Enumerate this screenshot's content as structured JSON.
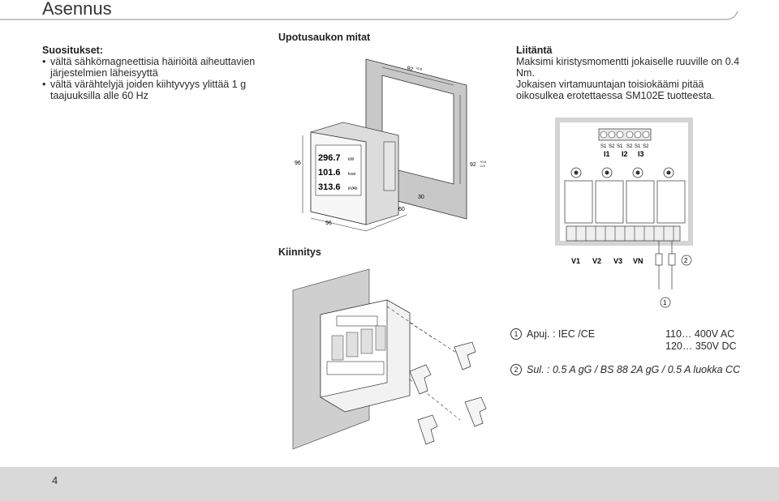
{
  "page": {
    "title": "Asennus",
    "page_number": "4"
  },
  "recommendations": {
    "title": "Suositukset:",
    "items": [
      "vältä sähkömagneettisia häiriöitä aiheuttavien järjestelmien läheisyyttä",
      "vältä värähtelyjä joiden kiihtyvyys ylittää 1 g taajuuksilla alle 60 Hz"
    ]
  },
  "cutout": {
    "title": "Upotusaukon mitat",
    "dim_92_top": "92",
    "dim_92_right": "92",
    "tol": "+0.8",
    "tol2": "-0.0",
    "dim_96_side": "96",
    "dim_96_bottom": "96",
    "dim_60": "60",
    "dim_30": "30",
    "display_line1": "296.7",
    "display_line2": "101.6",
    "display_line3": "313.6",
    "unit1": "kW",
    "unit2": "kvar",
    "unit3": "kVAh"
  },
  "connection": {
    "title": "Liitäntä",
    "paragraph1": "Maksimi kiristysmomentti jokaiselle ruuville on 0.4 Nm.",
    "paragraph2": "Jokaisen virtamuuntajan toisiokäämi pitää oikosulkea erotettaessa SM102E tuotteesta.",
    "terminal_labels": [
      "S1",
      "S2",
      "S1",
      "S2",
      "S1",
      "S2"
    ],
    "current_labels": [
      "I1",
      "I2",
      "I3"
    ],
    "voltage_labels": [
      "V1",
      "V2",
      "V3",
      "VN"
    ],
    "marker1": "1",
    "marker2": "2"
  },
  "mounting": {
    "title": "Kiinnitys"
  },
  "legend": {
    "item1_marker": "1",
    "item1_label": "Apuj. : IEC /CE",
    "item1_value1": "110… 400V AC",
    "item1_value2": "120… 350V DC",
    "item2_marker": "2",
    "item2_label": "Sul. : 0.5 A gG / BS 88 2A gG / 0.5 A luokka CC"
  }
}
